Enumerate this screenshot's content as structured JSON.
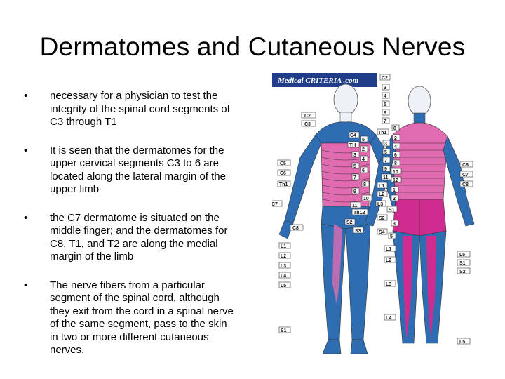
{
  "slide": {
    "title": "Dermatomes and Cutaneous Nerves",
    "bullets": [
      "necessary for a physician to test the integrity of the spinal cord segments of C3 through T1",
      "It is seen that the dermatomes for the upper cervical segments C3 to 6 are located along the lateral margin of the upper limb",
      "the C7 dermatome is situated on the middle finger; and the dermatomes for C8, T1, and T2 are along the medial margin of the limb",
      "The nerve fibers from a particular segment of the spinal cord, although they exit from the cord in a spinal nerve of the same segment, pass to the skin in two or more different cutaneous nerves."
    ],
    "bullet_symbol": "•"
  },
  "figure": {
    "watermark": "Medical CRITERIA .com",
    "colors": {
      "blue": "#2f6db3",
      "pink": "#e06bb0",
      "magenta": "#d02c8f",
      "skin": "#eef2f8",
      "banner": "#1f3c88"
    },
    "labels": {
      "C2": "C2",
      "C3": "C3",
      "C4": "C4",
      "C5": "C5",
      "C6": "C6",
      "C7": "C7",
      "C8": "C8",
      "Th1": "Th1",
      "Th12": "Th12",
      "TH": "TH",
      "n3": "3",
      "n4": "4",
      "n5": "5",
      "n6": "6",
      "n7": "7",
      "n8": "8",
      "n9": "9",
      "n10": "10",
      "n11": "11",
      "n12": "12",
      "n1": "1",
      "n2": "2",
      "L1": "L1",
      "L2": "L2",
      "L3": "L3",
      "L4": "L4",
      "L5": "L5",
      "S1": "S1",
      "S2": "S2",
      "S3": "S3",
      "S4": "S4",
      "S5": "5"
    }
  }
}
